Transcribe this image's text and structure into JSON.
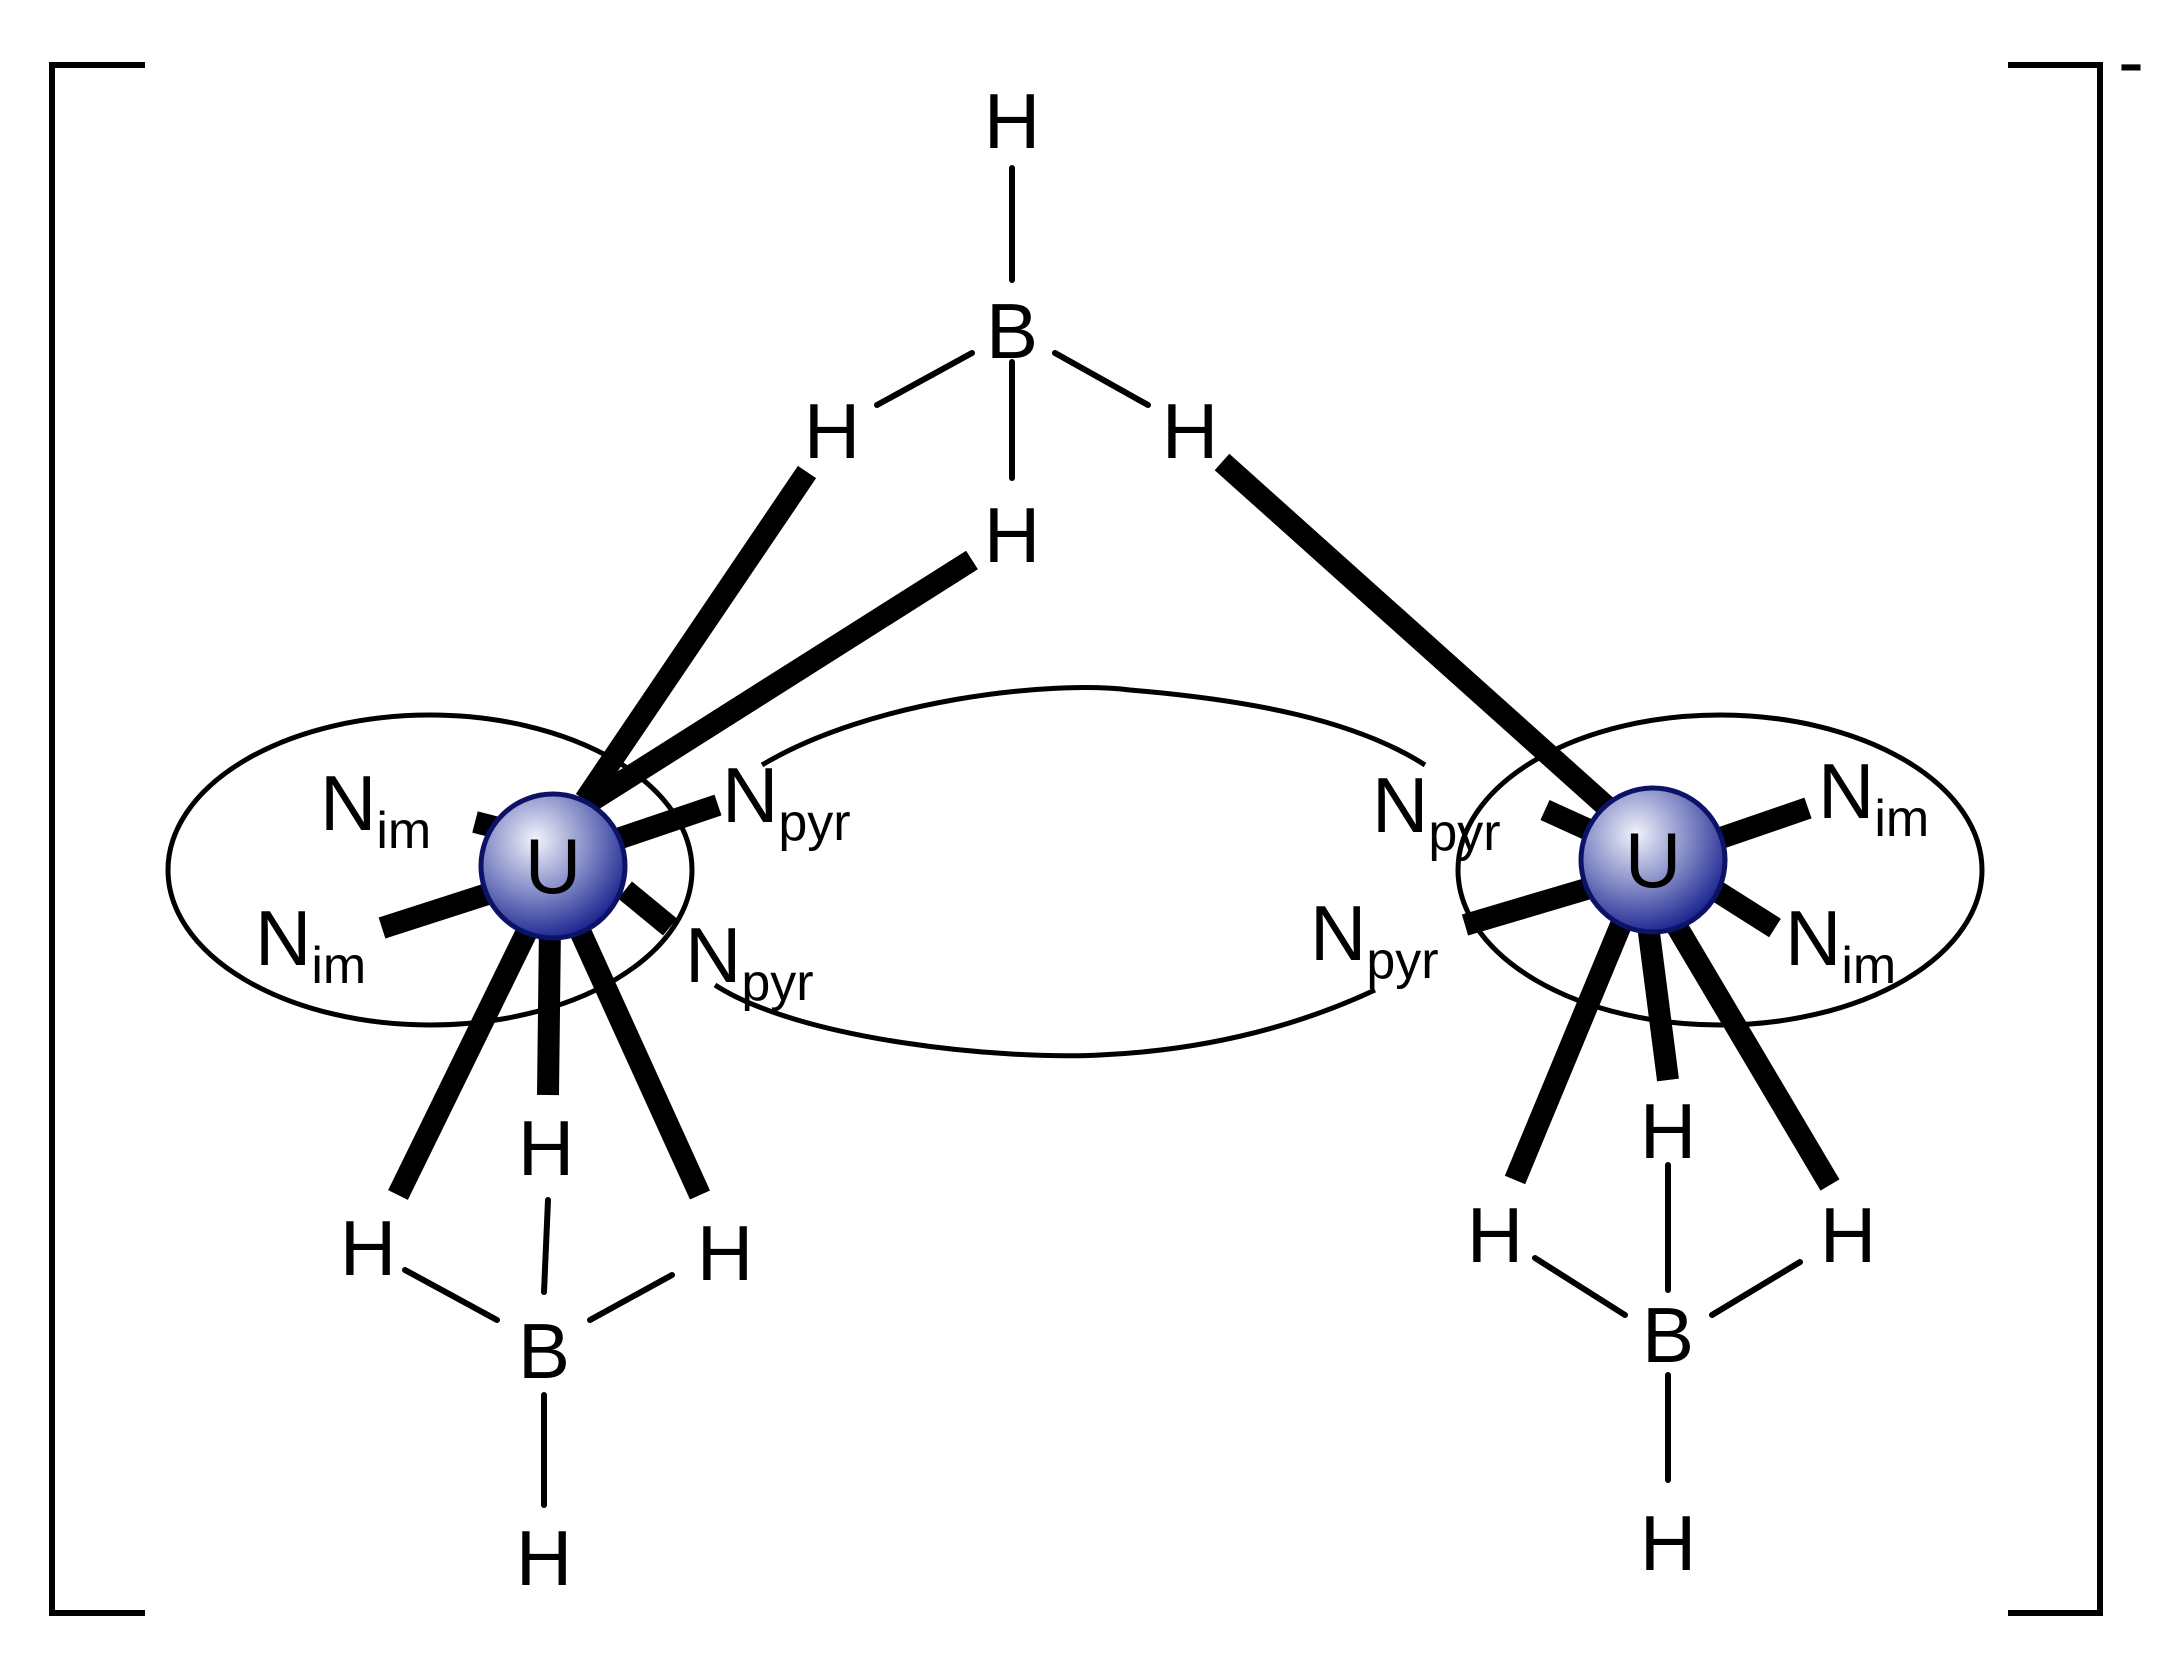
{
  "diagram": {
    "charge": "-",
    "bridging_borohydride": {
      "boron": "B",
      "hydrogens": [
        "H",
        "H",
        "H",
        "H"
      ]
    },
    "left_uranium": {
      "metal": "U",
      "n_im_upper": {
        "symbol": "N",
        "subscript": "im"
      },
      "n_im_lower": {
        "symbol": "N",
        "subscript": "im"
      },
      "n_pyr_upper": {
        "symbol": "N",
        "subscript": "pyr"
      },
      "n_pyr_lower": {
        "symbol": "N",
        "subscript": "pyr"
      },
      "borohydride": {
        "boron": "B",
        "hydrogens": [
          "H",
          "H",
          "H",
          "H"
        ]
      }
    },
    "right_uranium": {
      "metal": "U",
      "n_pyr_upper": {
        "symbol": "N",
        "subscript": "pyr"
      },
      "n_pyr_lower": {
        "symbol": "N",
        "subscript": "pyr"
      },
      "n_im_upper": {
        "symbol": "N",
        "subscript": "im"
      },
      "n_im_lower": {
        "symbol": "N",
        "subscript": "im"
      },
      "borohydride": {
        "boron": "B",
        "hydrogens": [
          "H",
          "H",
          "H",
          "H"
        ]
      }
    },
    "colors": {
      "uranium_fill_light": "#f2f3fb",
      "uranium_fill_dark": "#1d2690",
      "uranium_outline": "#0c1366",
      "ink": "#000000"
    }
  }
}
